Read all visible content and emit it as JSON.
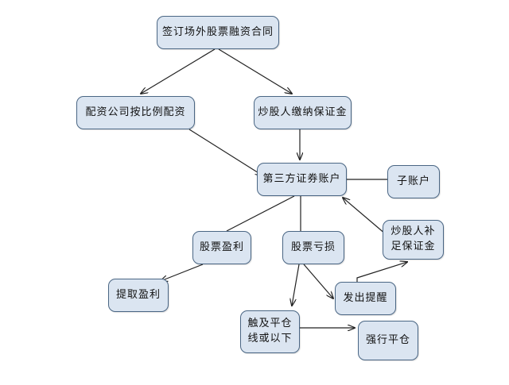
{
  "nodes": {
    "contract": "签订场外股票融资合同",
    "allocate": "配资公司按比例配资",
    "deposit": "炒股人缴纳保证金",
    "third_party_account": "第三方证券账户",
    "sub_account": "子账户",
    "margin_add": "炒股人补\n足保证金",
    "profit": "股票盈利",
    "loss": "股票亏损",
    "withdraw": "提取盈利",
    "remind": "发出提醒",
    "touch_line": "触及平仓\n线或以下",
    "force_close": "强行平仓"
  },
  "colors": {
    "node_fill": "#dbe5f1",
    "node_border": "#4a6684",
    "arrow": "#222222"
  }
}
